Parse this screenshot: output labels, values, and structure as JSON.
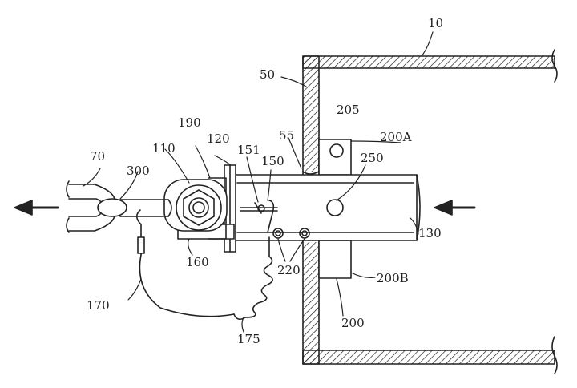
{
  "figure": {
    "labels": {
      "ref_10": "10",
      "ref_50": "50",
      "ref_55": "55",
      "ref_70": "70",
      "ref_110": "110",
      "ref_120": "120",
      "ref_130": "130",
      "ref_150": "150",
      "ref_151": "151",
      "ref_160": "160",
      "ref_170": "170",
      "ref_175": "175",
      "ref_190": "190",
      "ref_200": "200",
      "ref_200A": "200A",
      "ref_200B": "200B",
      "ref_205": "205",
      "ref_220": "220",
      "ref_250": "250",
      "ref_300": "300"
    },
    "colors": {
      "ink": "#222222",
      "paper": "#ffffff"
    }
  }
}
